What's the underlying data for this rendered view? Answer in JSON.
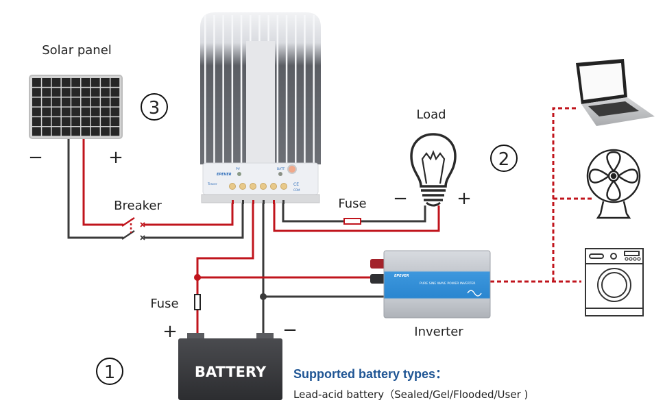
{
  "labels": {
    "solar_panel": "Solar panel",
    "load": "Load",
    "breaker": "Breaker",
    "fuse_load": "Fuse",
    "fuse_battery": "Fuse",
    "inverter": "Inverter",
    "battery": "BATTERY",
    "minus": "−",
    "plus": "+"
  },
  "steps": {
    "one": "①",
    "two": "②",
    "three": "③",
    "n1": "1",
    "n2": "2",
    "n3": "3"
  },
  "controller": {
    "brand": "EPEVER",
    "pv": "PV",
    "batt": "BATT",
    "model": "Tracer",
    "ce": "CE",
    "com": "COM"
  },
  "inverter": {
    "brand": "EPEVER",
    "title": "PURE SINE WAVE POWER INVERTER"
  },
  "battery_info": {
    "heading": "Supported battery types：",
    "types": "Lead-acid battery（Sealed/Gel/Flooded/User )"
  },
  "colors": {
    "wire_red": "#c0141c",
    "wire_black": "#3a3a3a",
    "heading_blue": "#1f5594",
    "inverter_blue": "#2f8fd8"
  }
}
